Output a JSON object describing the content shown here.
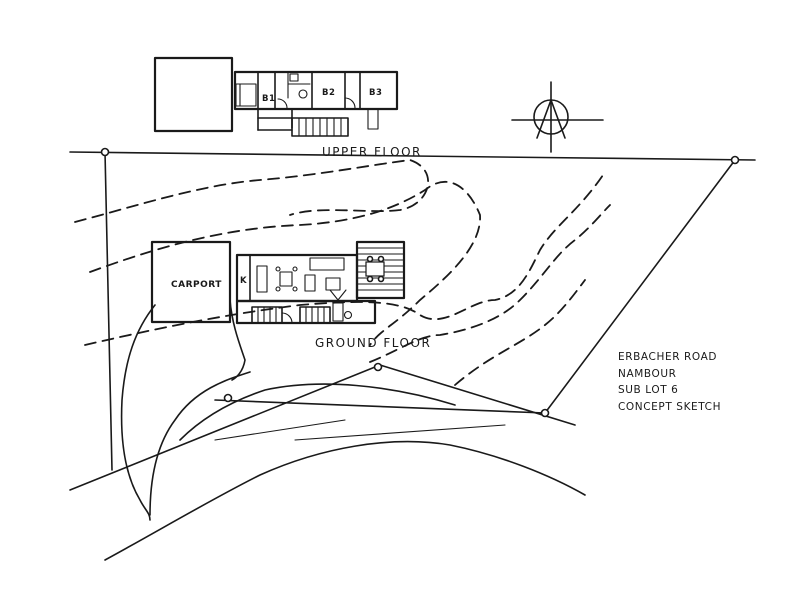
{
  "labels": {
    "upper_floor": "UPPER FLOOR",
    "ground_floor": "GROUND FLOOR",
    "carport": "CARPORT",
    "kitchen": "K",
    "bedroom_1": "B1",
    "bedroom_2": "B2",
    "bedroom_3": "B3"
  },
  "notes": [
    "ERBACHER ROAD",
    "NAMBOUR",
    "SUB LOT 6",
    "CONCEPT SKETCH"
  ],
  "icons": {
    "north_point": "north-arrow-icon"
  },
  "colors": {
    "ink": "#1a1a1a",
    "paper": "#ffffff"
  }
}
